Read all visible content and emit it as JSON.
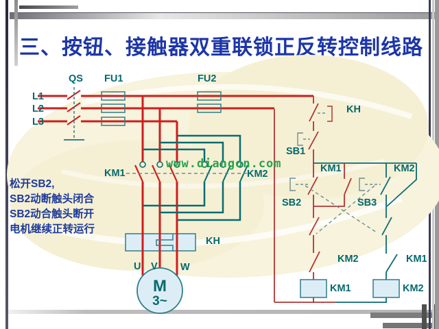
{
  "title": "三、按钮、接触器双重联锁正反转控制线路",
  "watermark": {
    "text": "www.diangon.com"
  },
  "note": {
    "lines": [
      "松开SB2,",
      "SB2动断触头闭合",
      "SB2动合触头断开",
      "电机继续正转运行"
    ]
  },
  "labels": {
    "power": {
      "l1": "L1",
      "l2": "L2",
      "l3": "L3",
      "qs": "QS",
      "fu1": "FU1",
      "fu2": "FU2",
      "km1": "KM1",
      "km2": "KM2",
      "kh": "KH",
      "u": "U",
      "v": "V",
      "w": "W"
    },
    "motor": {
      "m": "M",
      "three_phase": "3~"
    },
    "control": {
      "kh": "KH",
      "sb1": "SB1",
      "km1_aux": "KM1",
      "km2_aux": "KM2",
      "sb2": "SB2",
      "sb3": "SB3",
      "km2_interlock": "KM2",
      "km1_interlock": "KM1",
      "km1_coil": "KM1",
      "km2_coil": "KM2"
    }
  },
  "colors": {
    "wire_red": "#cf1d1d",
    "wire_control_red": "#b13434",
    "wire_teal": "#0a6b70",
    "label_teal": "#03696e",
    "title_blue": "#1c35a8",
    "note_blue": "#1d3a9b",
    "watermark_green": "#2aa34d",
    "component_fill": "#ddedf6",
    "background_cream": "#f6f2da"
  }
}
